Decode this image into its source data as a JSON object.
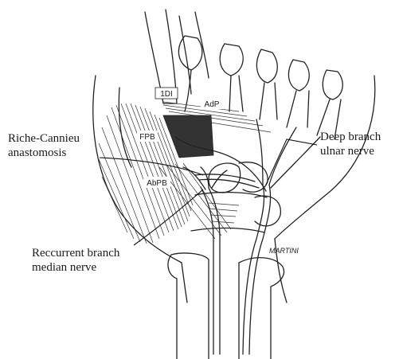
{
  "labels": {
    "idi": "1DI",
    "adp": "AdP",
    "fpb": "FPB",
    "abpb": "AbPB",
    "deep_branch_line1": "Deep branch",
    "deep_branch_line2": "ulnar nerve",
    "riche_line1": "Riche-Cannieu",
    "riche_line2": "anastomosis",
    "recurrent_line1": "Reccurrent branch",
    "recurrent_line2": "median nerve"
  },
  "signature": "MARTINI",
  "colors": {
    "ink": "#222222",
    "background": "#ffffff"
  }
}
